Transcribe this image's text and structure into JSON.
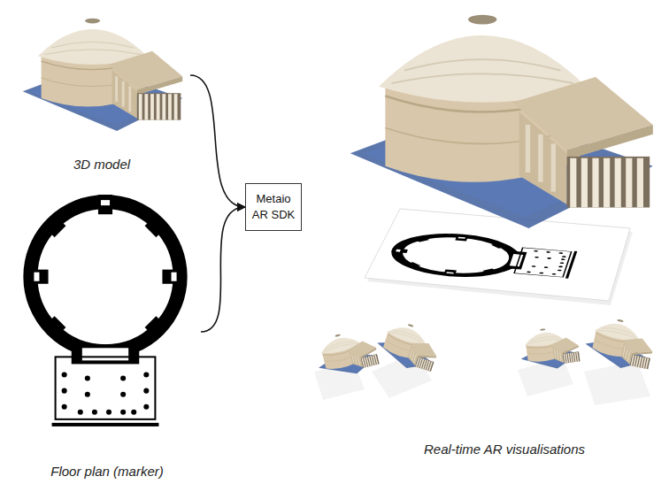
{
  "diagram": {
    "nodes": [
      {
        "text": [
          "3D model"
        ]
      },
      {
        "text": [
          "Metaio AR SDK"
        ]
      },
      {
        "text": [
          "Floor plan (marker)"
        ]
      },
      {
        "text": [
          "Real-time AR visualisations"
        ]
      }
    ],
    "edges": [
      {
        "from": 0,
        "to": 1,
        "arrow": "to"
      },
      {
        "from": 2,
        "to": 1,
        "arrow": "to"
      }
    ]
  }
}
